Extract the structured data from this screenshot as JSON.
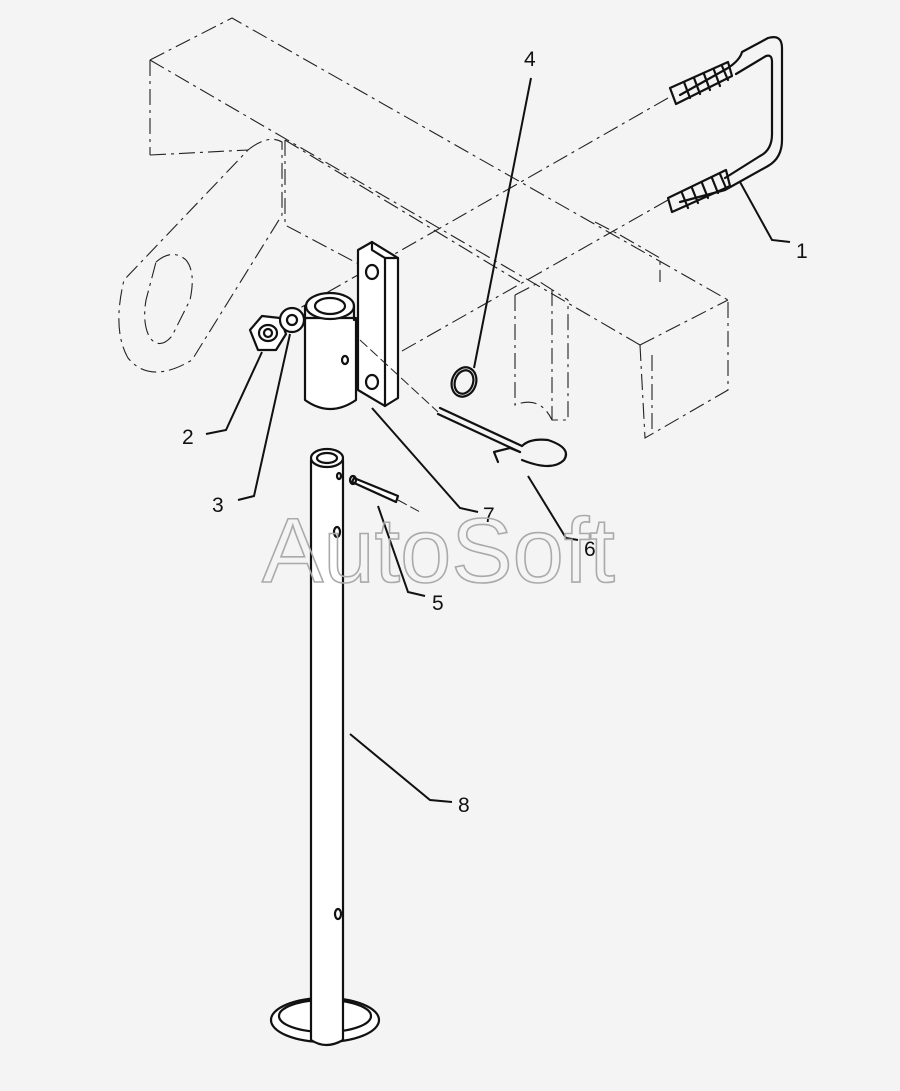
{
  "callouts": {
    "c1": "1",
    "c2": "2",
    "c3": "3",
    "c4": "4",
    "c5": "5",
    "c6": "6",
    "c7": "7",
    "c8": "8"
  },
  "watermark": "AutoSoft",
  "colors": {
    "background": "#f4f4f4",
    "line": "#111111",
    "watermark": "#aaaaaa"
  }
}
